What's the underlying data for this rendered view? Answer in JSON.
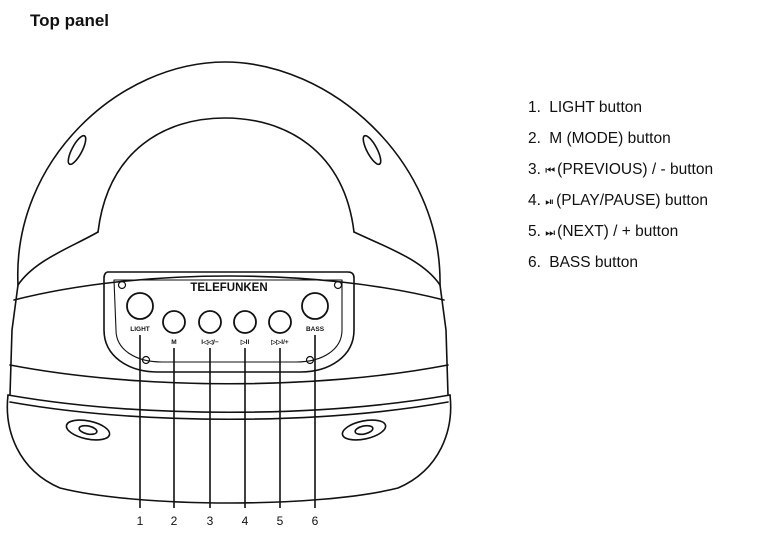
{
  "title": "Top panel",
  "device": {
    "brand": "TELEFUNKEN",
    "button_labels": [
      "LIGHT",
      "M",
      "I◁◁/−",
      "▷II",
      "▷▷I/+",
      "BASS"
    ]
  },
  "callouts": [
    "1",
    "2",
    "3",
    "4",
    "5",
    "6"
  ],
  "legend": [
    {
      "num": "1.",
      "glyph": "",
      "text": "LIGHT button"
    },
    {
      "num": "2.",
      "glyph": "",
      "text": "M (MODE) button"
    },
    {
      "num": "3.",
      "glyph": "⏮",
      "text": "(PREVIOUS) / - button"
    },
    {
      "num": "4.",
      "glyph": "⏯",
      "text": "(PLAY/PAUSE) button"
    },
    {
      "num": "5.",
      "glyph": "⏭",
      "text": "(NEXT) / + button"
    },
    {
      "num": "6.",
      "glyph": "",
      "text": "BASS button"
    }
  ]
}
